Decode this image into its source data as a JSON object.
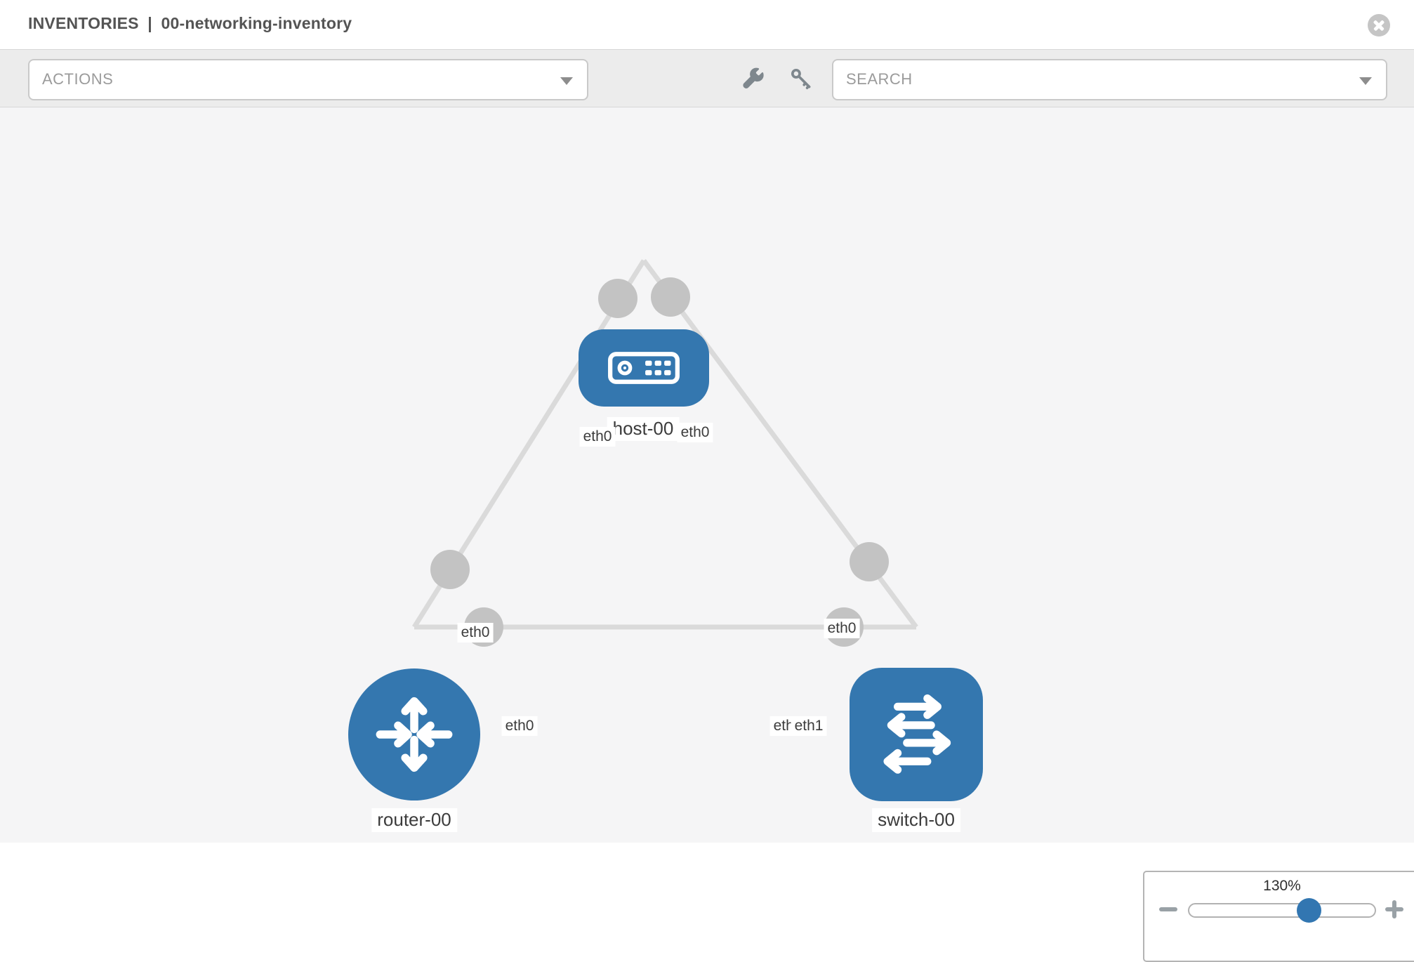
{
  "header": {
    "section": "INVENTORIES",
    "separator": "|",
    "inventory_name": "00-networking-inventory"
  },
  "toolbar": {
    "actions_label": "ACTIONS",
    "search_label": "SEARCH",
    "icons": [
      "wrench-icon",
      "key-icon"
    ]
  },
  "diagram": {
    "nodes": [
      {
        "id": "host-00",
        "label": "host-00",
        "type": "host",
        "icon": "server-icon"
      },
      {
        "id": "router-00",
        "label": "router-00",
        "type": "router",
        "icon": "router-arrows-icon"
      },
      {
        "id": "switch-00",
        "label": "switch-00",
        "type": "switch",
        "icon": "switch-arrows-icon"
      }
    ],
    "links": [
      {
        "source": "host-00",
        "target": "router-00",
        "source_interface": "eth0",
        "target_interface": "eth0"
      },
      {
        "source": "host-00",
        "target": "switch-00",
        "source_interface": "eth0",
        "target_interface": "eth0"
      },
      {
        "source": "router-00",
        "target": "switch-00",
        "source_interface": "eth0",
        "target_interface": "eth1"
      }
    ],
    "interface_labels": {
      "host_left": "eth0",
      "host_right": "eth0",
      "router_top": "eth0",
      "switch_top": "eth0",
      "router_right": "eth0",
      "switch_left_under": "eth0",
      "switch_left_over": "eth1"
    }
  },
  "zoom_control": {
    "value_label": "130%",
    "percent": 130,
    "icons": [
      "minus-icon",
      "plus-icon"
    ]
  },
  "icons": {
    "close": "close-icon",
    "dropdown_caret": "chevron-down-icon"
  },
  "colors": {
    "node_blue": "#3477af",
    "canvas_bg": "#f5f5f6",
    "toolbar_bg": "#ececec",
    "edge_gray": "#dadada",
    "port_gray": "#c3c3c3",
    "slider_thumb_blue": "#3276b1"
  }
}
